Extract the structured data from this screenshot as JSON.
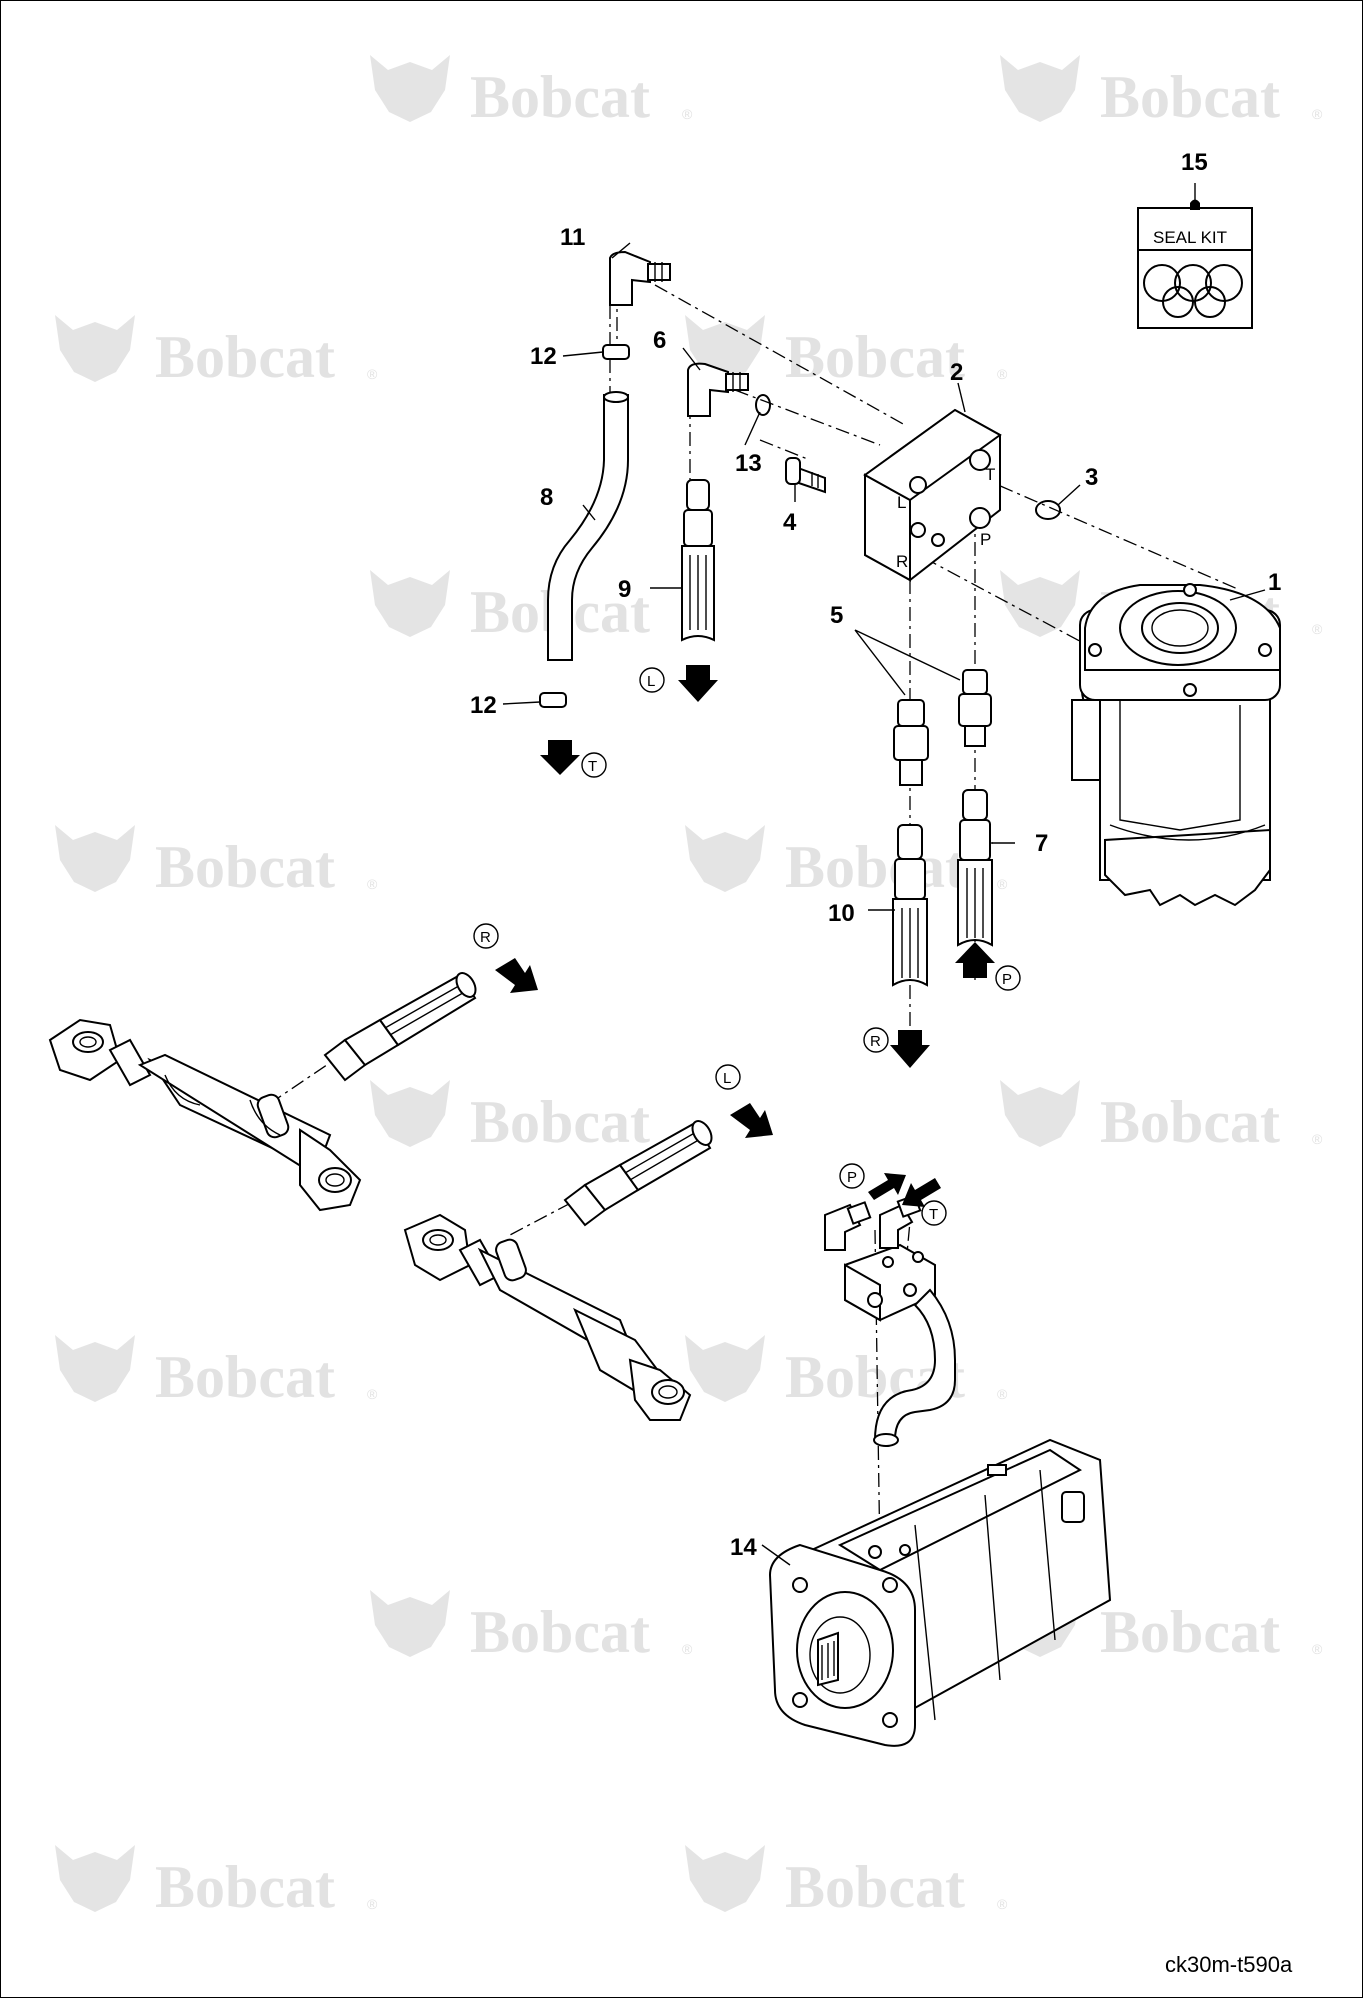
{
  "watermark": {
    "brand": "Bobcat",
    "mark": "®"
  },
  "callouts": [
    "1",
    "2",
    "3",
    "4",
    "5",
    "6",
    "7",
    "8",
    "9",
    "10",
    "11",
    "12",
    "12",
    "13",
    "14",
    "15"
  ],
  "ports": {
    "T": "T",
    "L": "L",
    "P": "P",
    "R": "R"
  },
  "flow_labels": [
    "T",
    "L",
    "R",
    "P",
    "R",
    "L",
    "P",
    "T"
  ],
  "seal_kit": {
    "label": "SEAL KIT",
    "number": "15"
  },
  "drawing_ref": "ck30m-t590a"
}
